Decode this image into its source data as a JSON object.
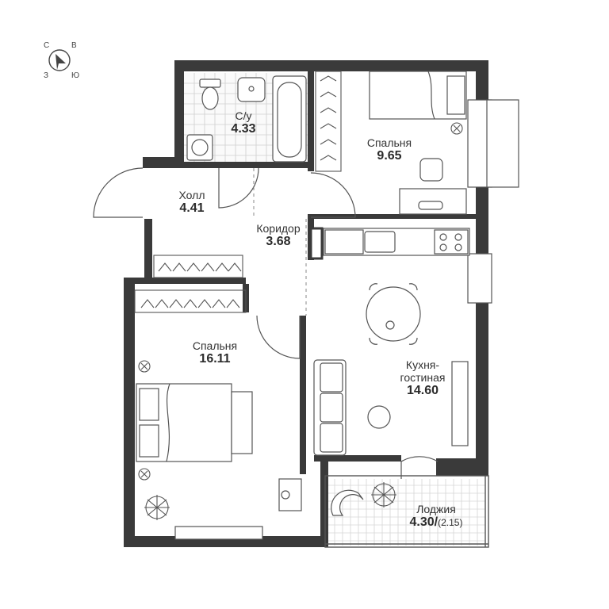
{
  "compass": {
    "north": "С",
    "east": "В",
    "west": "З",
    "south": "Ю"
  },
  "rooms": {
    "bathroom": {
      "name": "С/у",
      "area": "4.33"
    },
    "bedroom_small": {
      "name": "Спальня",
      "area": "9.65"
    },
    "hall": {
      "name": "Холл",
      "area": "4.41"
    },
    "corridor": {
      "name": "Коридор",
      "area": "3.68"
    },
    "bedroom_large": {
      "name": "Спальня",
      "area": "16.11"
    },
    "kitchen": {
      "name_line1": "Кухня-",
      "name_line2": "гостиная",
      "area": "14.60"
    },
    "loggia": {
      "name": "Лоджия",
      "area": "4.30",
      "area_reduced": "(2.15)"
    }
  },
  "colors": {
    "wall": "#3a3a3a",
    "line": "#555555",
    "tile": "#bdbdbd",
    "window": "#8a8a8a"
  }
}
